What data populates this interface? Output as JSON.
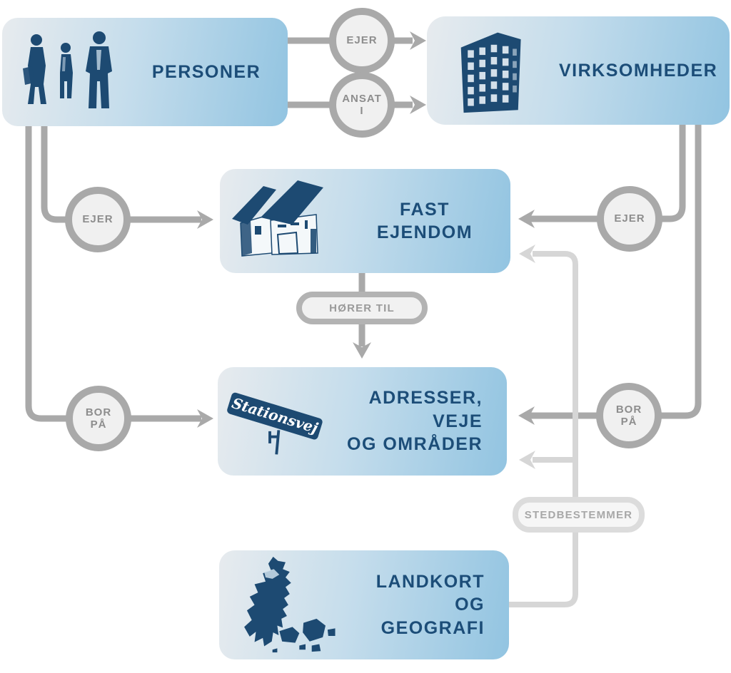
{
  "diagram": {
    "title_hint": "Danish basic-data entity relationship diagram",
    "colors": {
      "background": "#ffffff",
      "node_gradient_start": "#e7ebee",
      "node_gradient_end": "#92c4e1",
      "node_text": "#1c4d78",
      "illustration_navy": "#1d4a72",
      "connector_dark": "#a9a9a9",
      "connector_light": "#d6d6d6",
      "relation_ring": "#a9a9a9",
      "relation_fill": "#f0f0f0",
      "relation_text": "#8d8d8d",
      "pill_light_ring": "#dcdcdc"
    },
    "nodes": {
      "personer": {
        "label": "PERSONER",
        "icon": "people-icon"
      },
      "virksomheder": {
        "label": "VIRKSOMHEDER",
        "icon": "building-icon"
      },
      "fast_ejendom": {
        "label": "FAST EJENDOM",
        "icon": "houses-icon"
      },
      "adresser": {
        "label": "ADRESSER, VEJE\nOG OMRÅDER",
        "icon": "street-sign-icon",
        "sign_text": "Stationsvej"
      },
      "landkort": {
        "label": "LANDKORT\nOG GEOGRAFI",
        "icon": "denmark-map-icon"
      }
    },
    "relations": {
      "ejer_top": {
        "label": "EJER",
        "from": "personer",
        "to": "virksomheder"
      },
      "ansat_i": {
        "label": "ANSAT\nI",
        "from": "personer",
        "to": "virksomheder"
      },
      "ejer_left": {
        "label": "EJER",
        "from": "personer",
        "to": "fast_ejendom"
      },
      "ejer_right": {
        "label": "EJER",
        "from": "virksomheder",
        "to": "fast_ejendom"
      },
      "bor_paa_left": {
        "label": "BOR\nPÅ",
        "from": "personer",
        "to": "adresser"
      },
      "bor_paa_right": {
        "label": "BOR\nPÅ",
        "from": "virksomheder",
        "to": "adresser"
      },
      "hoerer_til": {
        "label": "HØRER TIL",
        "from": "fast_ejendom",
        "to": "adresser"
      },
      "stedbestemmer": {
        "label": "STEDBESTEMMER",
        "from": "landkort",
        "to": "fast_ejendom / adresser"
      }
    }
  }
}
